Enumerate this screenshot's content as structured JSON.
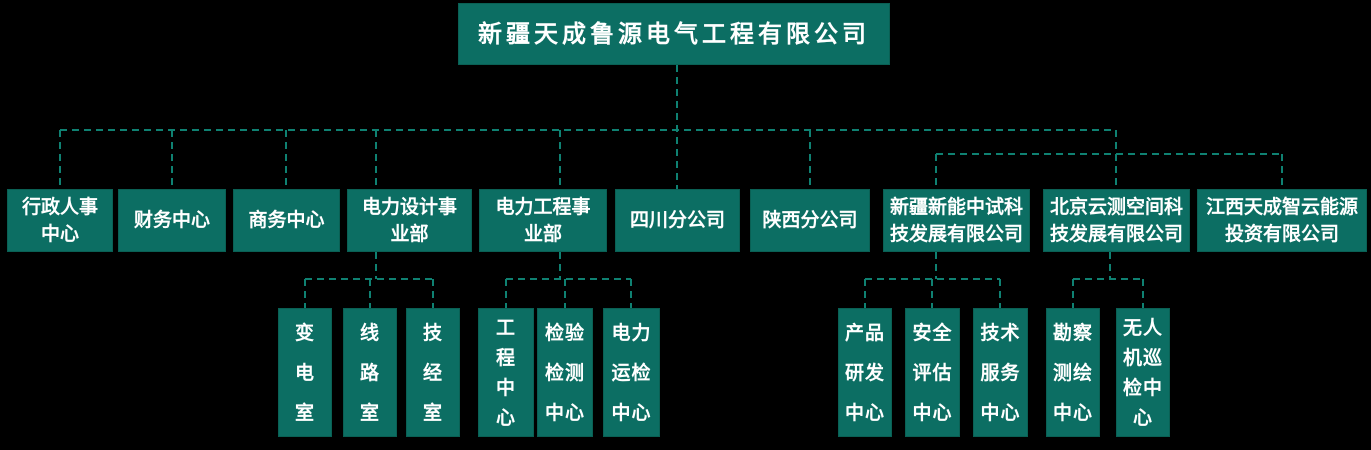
{
  "colors": {
    "background": "#000000",
    "box_fill": "#0c6e63",
    "box_border": "#0a6054",
    "connector": "#0f8172",
    "text": "#ffffff"
  },
  "root": {
    "label": "新疆天成鲁源电气工程有限公司",
    "lines": [
      "新疆天成鲁源电气工程有限公司"
    ]
  },
  "level2": [
    {
      "id": "xingzheng",
      "label": "行政人事中心",
      "lines": [
        "行政人事",
        "中心"
      ]
    },
    {
      "id": "caiwu",
      "label": "财务中心",
      "lines": [
        "财务中心"
      ]
    },
    {
      "id": "shangwu",
      "label": "商务中心",
      "lines": [
        "商务中心"
      ]
    },
    {
      "id": "sheji",
      "label": "电力设计事业部",
      "lines": [
        "电力设计事",
        "业部"
      ]
    },
    {
      "id": "gongcheng",
      "label": "电力工程事业部",
      "lines": [
        "电力工程事",
        "业部"
      ]
    },
    {
      "id": "sichuan",
      "label": "四川分公司",
      "lines": [
        "四川分公司"
      ]
    },
    {
      "id": "shaanxi",
      "label": "陕西分公司",
      "lines": [
        "陕西分公司"
      ]
    },
    {
      "id": "xinjiang_xinneng",
      "label": "新疆新能中试科技发展有限公司",
      "lines": [
        "新疆新能中试科",
        "技发展有限公司"
      ]
    },
    {
      "id": "beijing_yunce",
      "label": "北京云测空间科技发展有限公司",
      "lines": [
        "北京云测空间科",
        "技发展有限公司"
      ]
    },
    {
      "id": "jiangxi_tiancheng",
      "label": "江西天成智云能源投资有限公司",
      "lines": [
        "江西天成智云能源",
        "投资有限公司"
      ]
    }
  ],
  "level3_groups": [
    {
      "parent_id": "sheji",
      "children": [
        {
          "id": "biandian",
          "label": "变电室",
          "lines": [
            "变",
            "电",
            "室"
          ]
        },
        {
          "id": "xianlu",
          "label": "线路室",
          "lines": [
            "线",
            "路",
            "室"
          ]
        },
        {
          "id": "jijing",
          "label": "技经室",
          "lines": [
            "技",
            "经",
            "室"
          ]
        }
      ]
    },
    {
      "parent_id": "gongcheng",
      "children": [
        {
          "id": "gongcheng_center",
          "label": "工程中心",
          "lines": [
            "工",
            "程",
            "中",
            "心"
          ]
        },
        {
          "id": "jianyan",
          "label": "检验检测中心",
          "lines": [
            "检验",
            "检测",
            "中心"
          ]
        },
        {
          "id": "yunjian",
          "label": "电力运检中心",
          "lines": [
            "电力",
            "运检",
            "中心"
          ]
        }
      ]
    },
    {
      "parent_id": "xinjiang_xinneng",
      "children": [
        {
          "id": "chanpin",
          "label": "产品研发中心",
          "lines": [
            "产品",
            "研发",
            "中心"
          ]
        },
        {
          "id": "anquan",
          "label": "安全评估中心",
          "lines": [
            "安全",
            "评估",
            "中心"
          ]
        },
        {
          "id": "jishu",
          "label": "技术服务中心",
          "lines": [
            "技术",
            "服务",
            "中心"
          ]
        }
      ]
    },
    {
      "parent_id": "beijing_yunce",
      "children": [
        {
          "id": "kancha",
          "label": "勘察测绘中心",
          "lines": [
            "勘察",
            "测绘",
            "中心"
          ]
        },
        {
          "id": "wurenji",
          "label": "无人机巡检中心",
          "lines": [
            "无人",
            "机巡",
            "检中",
            "心"
          ]
        }
      ]
    }
  ]
}
